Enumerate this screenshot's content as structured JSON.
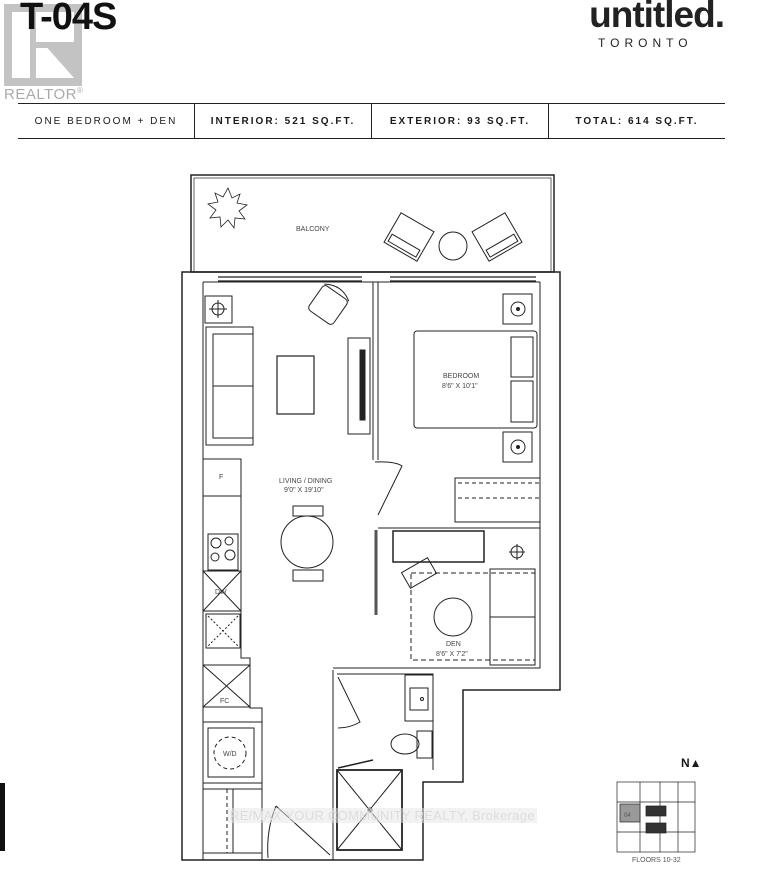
{
  "header": {
    "unit_title": "T-04S",
    "brand": "untitled.",
    "city": "TORONTO",
    "realtor_logo_text": "REALTOR",
    "realtor_mark": "®"
  },
  "specs": {
    "type": "ONE BEDROOM + DEN",
    "interior": "INTERIOR: 521 SQ.FT.",
    "exterior": "EXTERIOR: 93 SQ.FT.",
    "total": "TOTAL: 614 SQ.FT."
  },
  "plan": {
    "balcony": "BALCONY",
    "bedroom": {
      "name": "BEDROOM",
      "size": "8'6\" X 10'1\""
    },
    "living": {
      "name": "LIVING / DINING",
      "size": "9'0\" X 19'10\""
    },
    "den": {
      "name": "DEN",
      "size": "8'6\" X 7'2\""
    },
    "fridge": "F",
    "dishwasher": "DW",
    "closet": "FC",
    "washer_dryer": "W/D"
  },
  "keyplan": {
    "north": "N▲",
    "unit": "04",
    "floors": "FLOORS 10-32"
  },
  "watermark": "RE/MAX YOUR COMMUNITY REALTY, Brokerage"
}
